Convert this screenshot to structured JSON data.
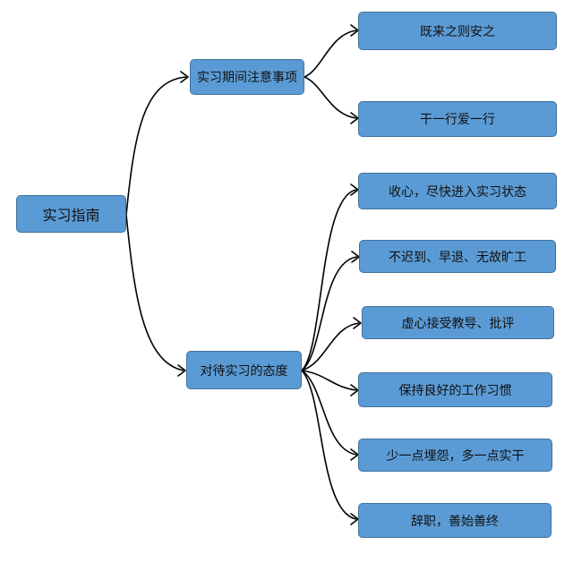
{
  "root": {
    "label": "实习指南"
  },
  "branches": [
    {
      "label": "实习期间注意事项",
      "children": [
        "既来之则安之",
        "干一行爱一行"
      ]
    },
    {
      "label": "对待实习的态度",
      "children": [
        "收心，尽快进入实习状态",
        "不迟到、早退、无故旷工",
        "虚心接受教导、批评",
        "保持良好的工作习惯",
        "少一点埋怨，多一点实干",
        "辞职，善始善终"
      ]
    }
  ],
  "colors": {
    "node_fill": "#5b9bd5",
    "node_border": "#41719c",
    "connector": "#000000"
  }
}
